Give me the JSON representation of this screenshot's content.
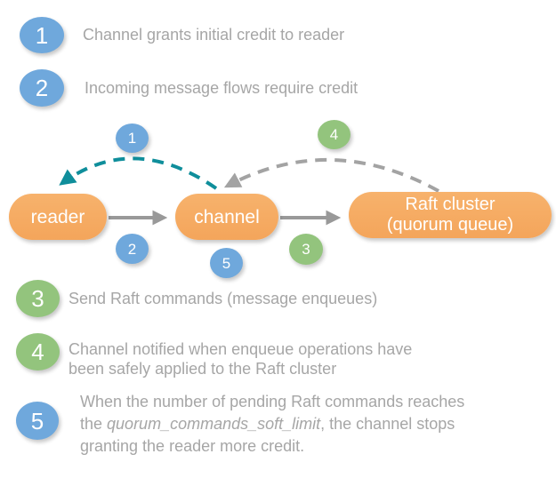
{
  "colors": {
    "badge_blue": "#6FA8DC",
    "badge_green": "#93C47D",
    "node_orange": "#F5A861",
    "arc_teal": "#0F8E9B",
    "arrow_gray": "#999999",
    "dashed_arc_gray": "#A3A3A3",
    "legend_text_gray": "#A6A6A6",
    "node_text": "#FFFFFF"
  },
  "legend_top": [
    {
      "number": "1",
      "color": "blue",
      "text": "Channel grants initial credit to reader"
    },
    {
      "number": "2",
      "color": "blue",
      "text": "Incoming message flows require credit"
    }
  ],
  "diagram": {
    "nodes": {
      "reader": {
        "label": "reader"
      },
      "channel": {
        "label": "channel"
      },
      "raft": {
        "label_line1": "Raft cluster",
        "label_line2": "(quorum queue)"
      }
    },
    "badges": {
      "b1": {
        "number": "1",
        "color": "blue"
      },
      "b2": {
        "number": "2",
        "color": "blue"
      },
      "b3": {
        "number": "3",
        "color": "green"
      },
      "b4": {
        "number": "4",
        "color": "green"
      },
      "b5": {
        "number": "5",
        "color": "blue"
      }
    },
    "arrows": {
      "credit_grant_arc": {
        "from": "channel",
        "to": "reader",
        "style": "dashed",
        "color": "#0F8E9B"
      },
      "reader_to_channel": {
        "from": "reader",
        "to": "channel",
        "style": "solid",
        "color": "#999999"
      },
      "channel_to_raft": {
        "from": "channel",
        "to": "raft",
        "style": "solid",
        "color": "#999999"
      },
      "applied_notification_arc": {
        "from": "raft",
        "to": "channel",
        "style": "dashed",
        "color": "#A3A3A3"
      }
    }
  },
  "legend_bottom": [
    {
      "number": "3",
      "color": "green",
      "line1": "Send Raft commands (message enqueues)"
    },
    {
      "number": "4",
      "color": "green",
      "line1": "Channel notified when enqueue operations have",
      "line2": "been safely applied to the Raft cluster"
    },
    {
      "number": "5",
      "color": "blue",
      "line1": "When the number of pending Raft commands reaches",
      "line2_pre": "the ",
      "line2_italic": "quorum_commands_soft_limit",
      "line2_post": ", the channel stops",
      "line3": "granting the reader more credit."
    }
  ]
}
